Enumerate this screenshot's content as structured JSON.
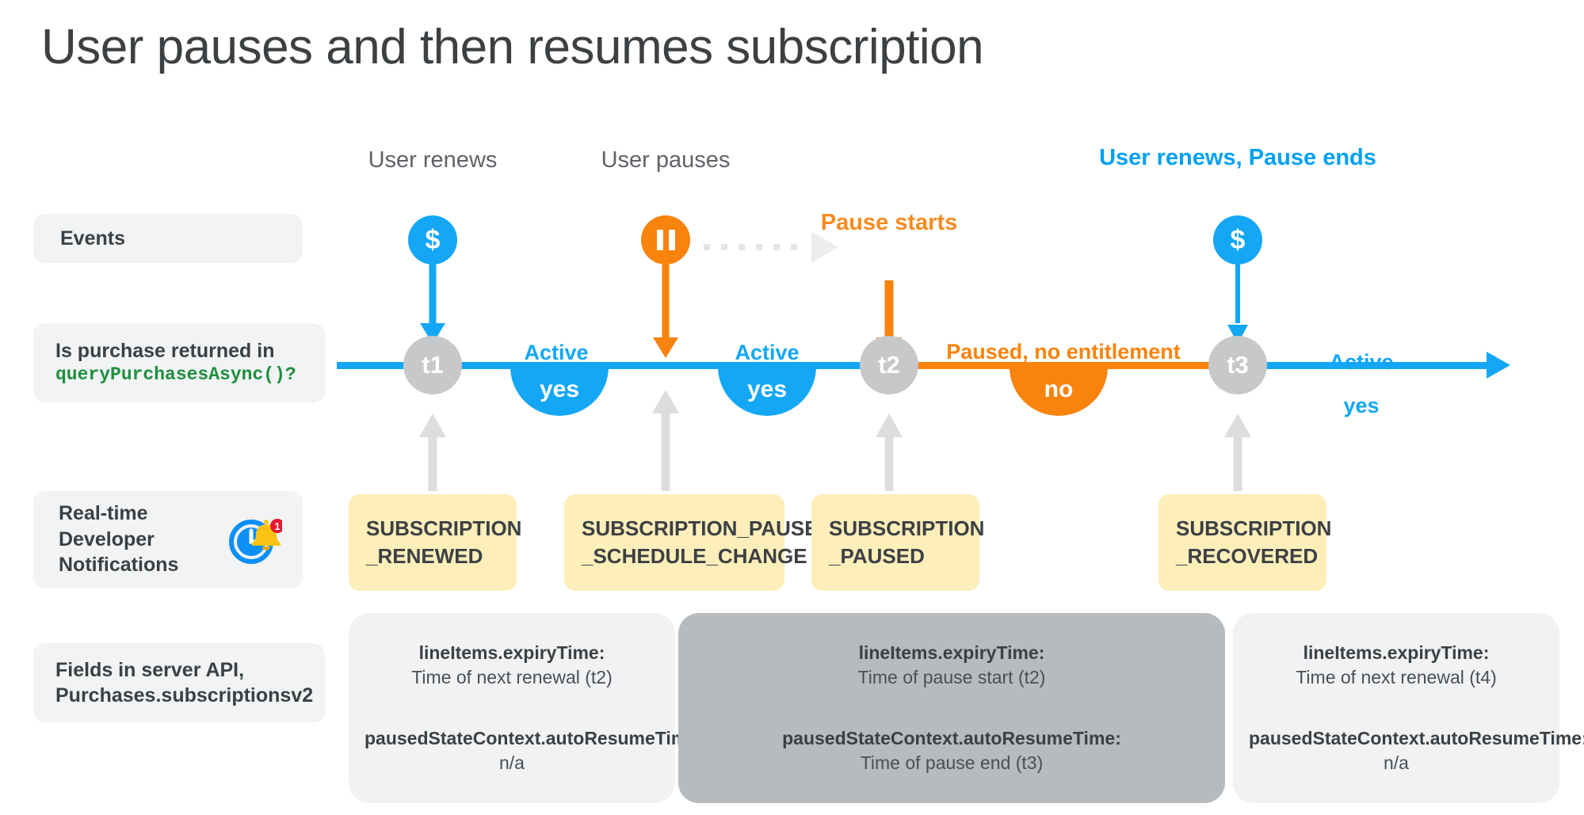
{
  "title": "User pauses and then resumes subscription",
  "colors": {
    "blue": "#14a7f5",
    "orange": "#f8830d",
    "node_gray": "#c6c8ca",
    "arrow_gray": "#dcdddf",
    "card_yellow": "#fdeeba",
    "panel_light": "#f1f2f3",
    "panel_dark": "#b5bbbf",
    "code_green": "#1e8e3e",
    "label_bg": "#f1f3f4"
  },
  "row_labels": {
    "events": "Events",
    "query_line1": "Is purchase returned in",
    "query_code": "queryPurchasesAsync()?",
    "rtdn": "Real-time\nDeveloper\nNotifications",
    "rtdn_icon": "clock-bell-notification-icon",
    "fields": "Fields in server API,\nPurchases.subscriptionsv2"
  },
  "events": [
    {
      "caption": "User\nrenews",
      "glyph": "$",
      "icon_name": "dollar-badge-icon",
      "color": "blue"
    },
    {
      "caption": "User\npauses",
      "glyph": "pause",
      "icon_name": "pause-badge-icon",
      "color": "orange"
    },
    {
      "caption": "Pause\nstarts",
      "glyph": "",
      "icon_name": "",
      "color": "orange"
    },
    {
      "caption": "User renews,\nPause ends",
      "glyph": "$",
      "icon_name": "dollar-badge-icon",
      "color": "blue"
    }
  ],
  "timeline": {
    "nodes": [
      "t1",
      "t2",
      "t3"
    ],
    "segments": [
      {
        "state": "Active",
        "answer": "yes",
        "color": "blue"
      },
      {
        "state": "Active",
        "answer": "yes",
        "color": "blue"
      },
      {
        "state": "Paused, no entitlement",
        "answer": "no",
        "color": "orange"
      }
    ],
    "tail": {
      "state": "Active",
      "answer": "yes",
      "color": "blue"
    }
  },
  "notifications": [
    "SUBSCRIPTION\n_RENEWED",
    "SUBSCRIPTION_PAUSE\n_SCHEDULE_CHANGE",
    "SUBSCRIPTION\n_PAUSED",
    "SUBSCRIPTION\n_RECOVERED"
  ],
  "fields_panels": [
    {
      "tone": "light",
      "expiry_key": "lineItems.expiryTime:",
      "expiry_value": "Time of next renewal (t2)",
      "resume_key": "pausedStateContext.autoResumeTime:",
      "resume_value": "n/a"
    },
    {
      "tone": "dark",
      "expiry_key": "lineItems.expiryTime:",
      "expiry_value": "Time of pause start (t2)",
      "resume_key": "pausedStateContext.autoResumeTime:",
      "resume_value": "Time of pause end (t3)"
    },
    {
      "tone": "light",
      "expiry_key": "lineItems.expiryTime:",
      "expiry_value": "Time of next renewal (t4)",
      "resume_key": "pausedStateContext.autoResumeTime:",
      "resume_value": "n/a"
    }
  ]
}
